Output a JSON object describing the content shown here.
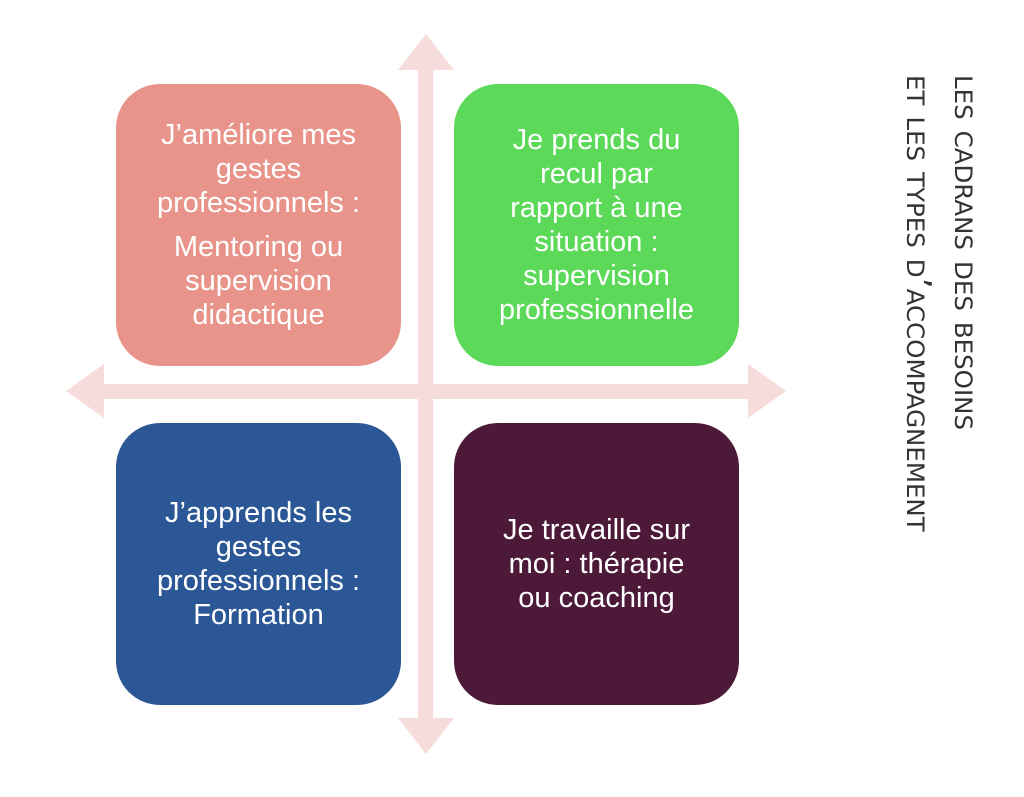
{
  "colors": {
    "axis": "#f6dcdb",
    "top_left": "#e8948a",
    "top_right": "#5dd95a",
    "bottom_left": "#2c5796",
    "bottom_right": "#4c1a38",
    "title_text": "#333333"
  },
  "title": {
    "line1": "Les cadrans des besoins",
    "line2": "et les types d’accompagnement"
  },
  "quadrants": {
    "top_left": {
      "lines": [
        "J’améliore mes",
        "gestes",
        "professionnels :"
      ],
      "sub_lines": [
        "Mentoring ou",
        "supervision",
        "didactique"
      ]
    },
    "top_right": {
      "lines": [
        "Je prends du",
        "recul par",
        "rapport à une",
        "situation :",
        "supervision",
        "professionnelle"
      ]
    },
    "bottom_left": {
      "lines": [
        "J’apprends les",
        "gestes",
        "professionnels :",
        "Formation"
      ]
    },
    "bottom_right": {
      "lines": [
        "Je travaille sur",
        "moi : thérapie",
        "ou coaching"
      ]
    }
  }
}
